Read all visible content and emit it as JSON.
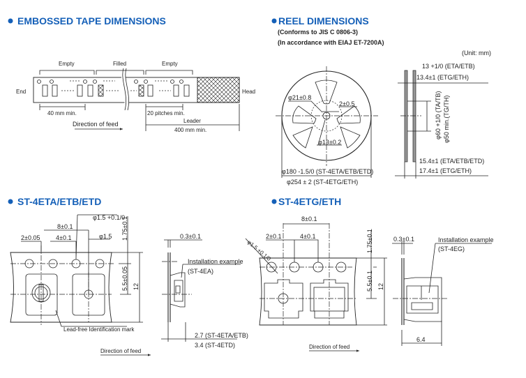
{
  "colors": {
    "title": "#1560b8",
    "ink": "#222222"
  },
  "tape": {
    "title": "EMBOSSED TAPE DIMENSIONS",
    "empty1": "Empty",
    "filled": "Filled",
    "empty2": "Empty",
    "end": "End",
    "head": "Head",
    "min40": "40 mm min.",
    "pitches": "20 pitches min.",
    "leader": "Leader",
    "leader_min": "400 mm min.",
    "feed": "Direction of feed"
  },
  "reel": {
    "title": "REEL DIMENSIONS",
    "sub1": "(Conforms to JIS C 0806-3)",
    "sub2": "(In accordance with EIAJ ET-7200A)",
    "unit": "(Unit: mm)",
    "d21": "φ21±0.8",
    "w2": "2±0.5",
    "d13": "φ13±0.2",
    "d180": "φ180 -1.5/0 (ST-4ETA/ETB/ETD)",
    "d254": "φ254 ± 2 (ST-4ETG/ETH)",
    "w13": "13 +1/0 (ETA/ETB)",
    "w134": "13.4±1 (ETG/ETH)",
    "d60": "φ60 +1/0 (TA/TB)",
    "d50": "φ50 min.(TG/TH)",
    "w154": "15.4±1 (ETA/ETB/ETD)",
    "w174": "17.4±1 (ETG/ETH)"
  },
  "eta": {
    "title": "ST-4ETA/ETB/ETD",
    "p8": "8±0.1",
    "p2": "2±0.05",
    "p4": "4±0.1",
    "hole": "φ1.5 +0.1/0",
    "hole2": "φ1.5",
    "h175": "1.75±0.1",
    "h55": "5.5±0.05",
    "h12": "12",
    "leadfree": "Lead-free Identification mark",
    "t03": "0.3±0.1",
    "install": "Installation example",
    "install_model": "(ST-4EA)",
    "d27": "2.7 (ST-4ETA/ETB)",
    "d34": "3.4 (ST-4ETD)",
    "feed": "Direction of feed"
  },
  "etg": {
    "title": "ST-4ETG/ETH",
    "p8": "8±0.1",
    "p2": "2±0.1",
    "p4": "4±0.1",
    "hole": "φ1.5 +0.1/0",
    "h175": "1.75±0.1",
    "h55": "5.5±0.1",
    "h12": "12",
    "t03": "0.3±0.1",
    "install": "Installation example",
    "install_model": "(ST-4EG)",
    "d64": "6.4",
    "feed": "Direction of feed"
  }
}
